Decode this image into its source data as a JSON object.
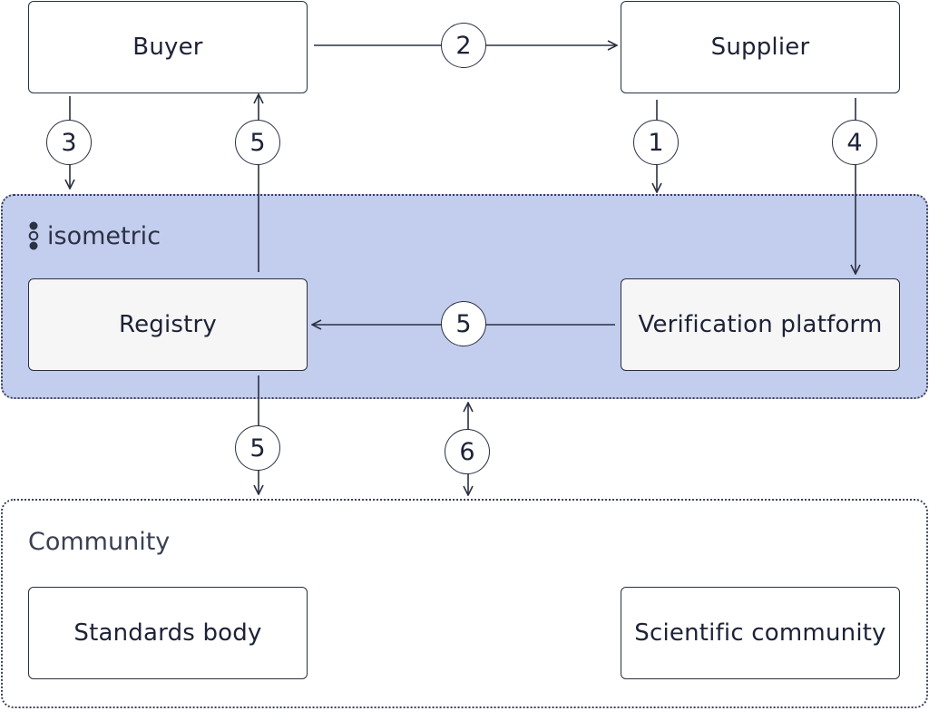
{
  "nodes": {
    "buyer": "Buyer",
    "supplier": "Supplier",
    "registry": "Registry",
    "verification_platform": "Verification platform",
    "standards_body": "Standards body",
    "scientific_community": "Scientific community"
  },
  "groups": {
    "isometric": {
      "label": "isometric",
      "color": "#c3cdee"
    },
    "community": {
      "label": "Community"
    }
  },
  "steps": {
    "buyer_to_supplier": "2",
    "buyer_to_isometric": "3",
    "registry_to_buyer": "5",
    "supplier_to_isometric": "1",
    "supplier_to_verification": "4",
    "verification_to_registry": "5",
    "registry_to_community": "5",
    "isometric_community_exchange": "6"
  },
  "icons": {
    "brand": "isometric-logo-icon"
  }
}
